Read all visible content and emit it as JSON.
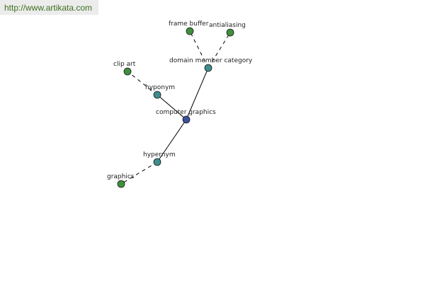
{
  "source_link": "http://www.artikata.com",
  "colors": {
    "center": "#3b4f9b",
    "relation": "#3f8d8d",
    "leaf": "#3f8f3f",
    "edge": "#000000",
    "node_stroke": "#1a1a1a"
  },
  "nodes": [
    {
      "id": "computer-graphics",
      "label": "computer graphics",
      "kind": "center"
    },
    {
      "id": "hyponym",
      "label": "hyponym",
      "kind": "relation"
    },
    {
      "id": "hypernym",
      "label": "hypernym",
      "kind": "relation"
    },
    {
      "id": "domain-member-category",
      "label": "domain member category",
      "kind": "relation"
    },
    {
      "id": "clip-art",
      "label": "clip art",
      "kind": "leaf"
    },
    {
      "id": "graphics",
      "label": "graphics",
      "kind": "leaf"
    },
    {
      "id": "frame-buffer",
      "label": "frame buffer",
      "kind": "leaf"
    },
    {
      "id": "antialiasing",
      "label": "antialiasing",
      "kind": "leaf"
    }
  ],
  "edges": [
    {
      "from": "computer-graphics",
      "to": "hyponym",
      "style": "solid"
    },
    {
      "from": "computer-graphics",
      "to": "hypernym",
      "style": "solid"
    },
    {
      "from": "computer-graphics",
      "to": "domain-member-category",
      "style": "solid"
    },
    {
      "from": "hyponym",
      "to": "clip-art",
      "style": "dashed"
    },
    {
      "from": "hypernym",
      "to": "graphics",
      "style": "dashed"
    },
    {
      "from": "domain-member-category",
      "to": "frame-buffer",
      "style": "dashed"
    },
    {
      "from": "domain-member-category",
      "to": "antialiasing",
      "style": "dashed"
    }
  ]
}
